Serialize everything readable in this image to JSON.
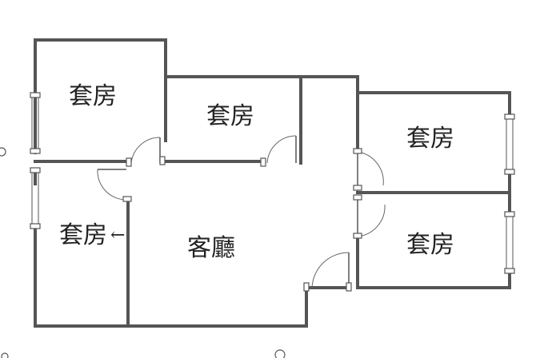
{
  "floor_plan": {
    "rooms": [
      {
        "id": "suite-top-left",
        "label": "套房"
      },
      {
        "id": "suite-top-middle",
        "label": "套房"
      },
      {
        "id": "suite-right-top",
        "label": "套房"
      },
      {
        "id": "suite-left-bottom",
        "label": "套房"
      },
      {
        "id": "living-room",
        "label": "客廳"
      },
      {
        "id": "suite-right-bottom",
        "label": "套房"
      }
    ],
    "arrow_glyph": "←"
  }
}
